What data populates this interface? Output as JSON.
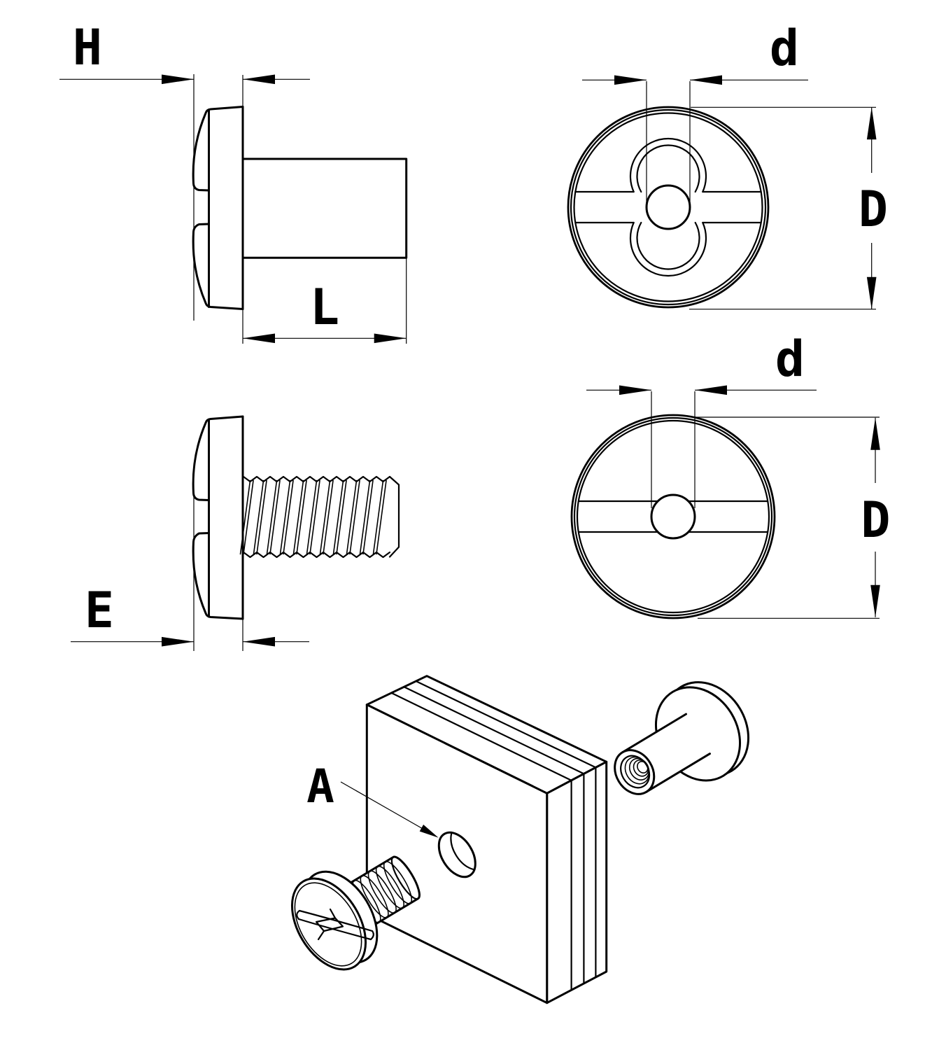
{
  "page": {
    "paper_color": "#ffffff",
    "ink_color": "#000000"
  },
  "views": {
    "barrel_nut_side": {
      "dim_head_height": "H",
      "dim_length": "L"
    },
    "barrel_nut_front": {
      "dim_hole_diameter": "d",
      "dim_outer_diameter": "D"
    },
    "screw_side": {
      "dim_head_height": "E"
    },
    "screw_front": {
      "dim_shank_diameter": "d",
      "dim_outer_diameter": "D"
    },
    "assembly": {
      "hole_callout": "A"
    }
  }
}
